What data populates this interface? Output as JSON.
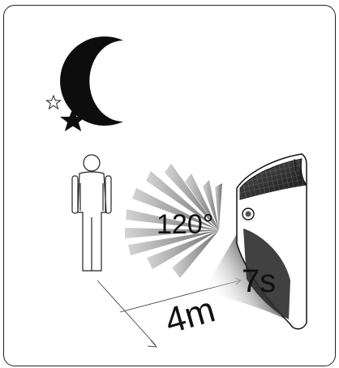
{
  "labels": {
    "detection_angle": "120°",
    "light_duration": "7s",
    "detection_distance": "4m"
  },
  "icons": {
    "night": "crescent-moon-icon",
    "stars": [
      "outline-star-icon",
      "filled-star-icon"
    ],
    "person": "person-icon",
    "sensor": "motion-sensor-fan-icon",
    "lamp": "solar-wall-lamp-icon"
  },
  "colors": {
    "ink": "#111111",
    "fan_light": "#d9d9d9",
    "fan_dark": "#7a7a7a",
    "glow": "#3b3b3b"
  }
}
